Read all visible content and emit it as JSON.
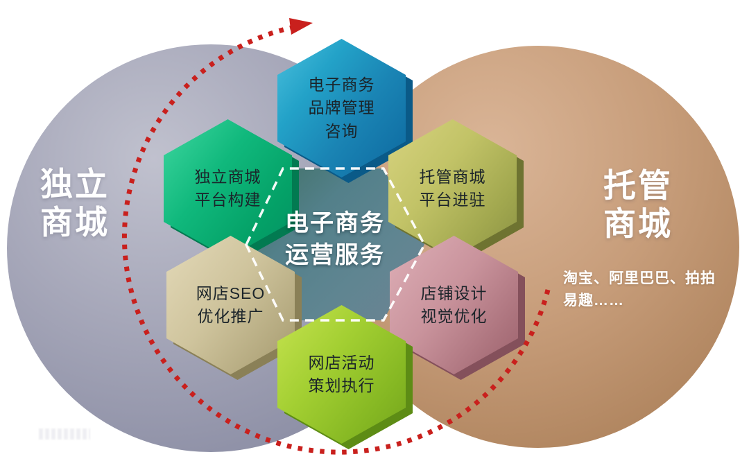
{
  "diagram_type": "ecommerce-services-venn-hex",
  "left_circle": {
    "label": "独立商城",
    "lines": [
      "独立",
      "商城"
    ],
    "color": "#9b9db1"
  },
  "right_circle": {
    "label": "托管商城",
    "lines": [
      "托管",
      "商城"
    ],
    "platforms": "淘宝、阿里巴巴、拍拍易趣……",
    "platform_lines": [
      "淘宝、阿里巴巴、拍拍",
      "易趣……"
    ],
    "color": "#c29874"
  },
  "center_hexagon": {
    "label": "电子商务运营服务",
    "lines": [
      "电子商务",
      "运营服务"
    ],
    "border_style": "white-dashed",
    "fill_color": "#578089"
  },
  "hexagons": [
    {
      "id": "brand-consulting",
      "position": "top",
      "label": "电子商务品牌管理咨询",
      "lines": [
        "电子商务",
        "品牌管理",
        "咨询"
      ],
      "color": "#1b86b4"
    },
    {
      "id": "independent-platform-build",
      "position": "top-left",
      "label": "独立商城平台构建",
      "lines": [
        "独立商城",
        "平台构建"
      ],
      "color": "#07aa70"
    },
    {
      "id": "hosted-platform-entry",
      "position": "top-right",
      "label": "托管商城平台进驻",
      "lines": [
        "托管商城",
        "平台进驻"
      ],
      "color": "#aab052"
    },
    {
      "id": "seo-promotion",
      "position": "bottom-left",
      "label": "网店SEO优化推广",
      "lines": [
        "网店SEO",
        "优化推广"
      ],
      "color": "#c5ba92"
    },
    {
      "id": "store-design",
      "position": "bottom-right",
      "label": "店铺设计视觉优化",
      "lines": [
        "店铺设计",
        "视觉优化"
      ],
      "color": "#bd8790"
    },
    {
      "id": "activity-planning",
      "position": "bottom",
      "label": "网店活动策划执行",
      "lines": [
        "网店活动",
        "策划执行"
      ],
      "color": "#96c52a"
    }
  ],
  "arrow": {
    "style": "dotted-arc",
    "color": "#c9201d"
  }
}
